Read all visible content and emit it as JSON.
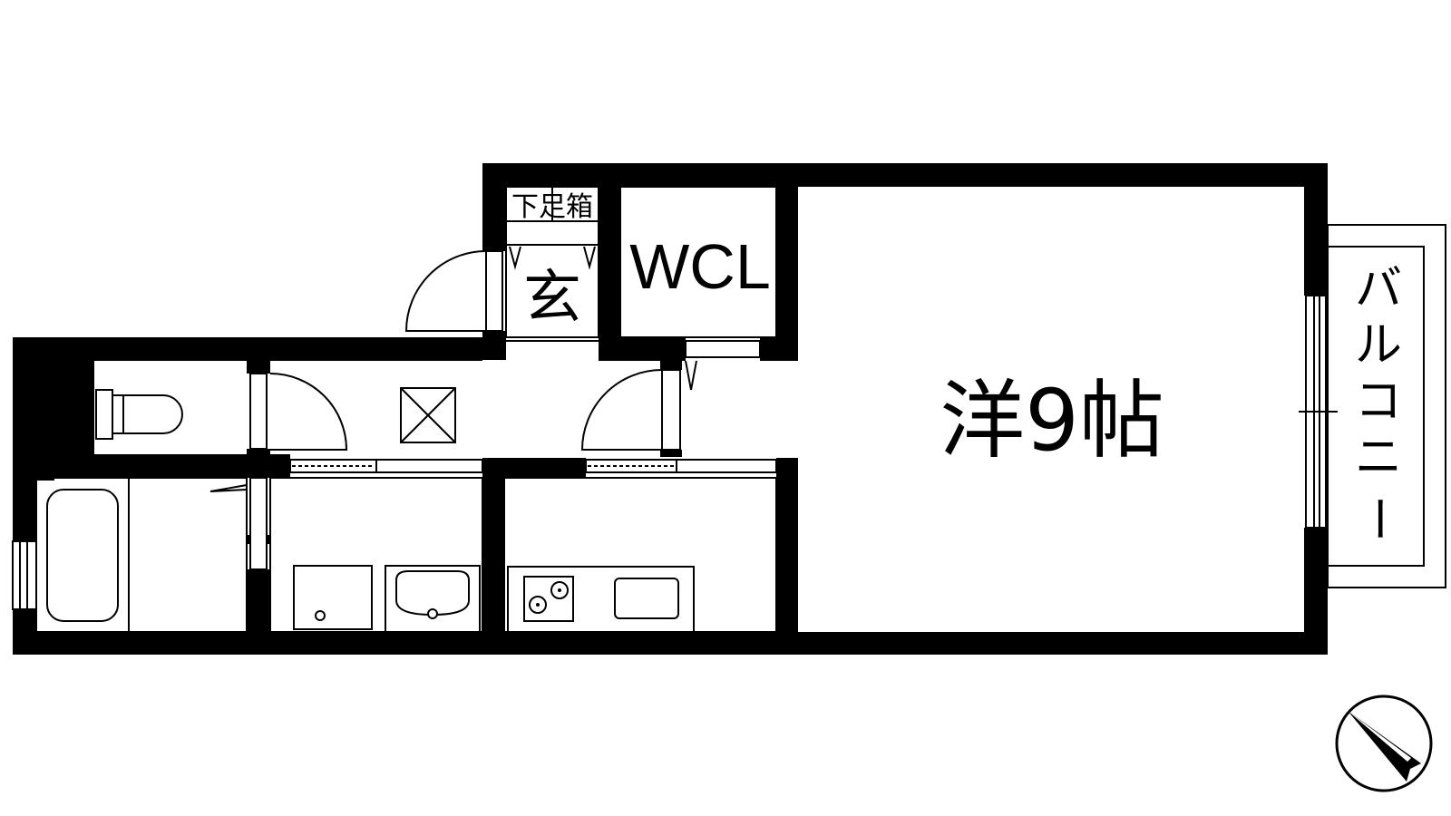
{
  "rooms": {
    "western_room": "洋9帖",
    "walk_in_closet": "WCL",
    "entrance": "玄",
    "shoe_box": "下足箱",
    "balcony": [
      "バ",
      "ル",
      "コ",
      "ニ",
      "ー"
    ]
  },
  "compass": {
    "icon": "north-arrow-icon",
    "direction": "southeast"
  },
  "colors": {
    "wall": "#000000",
    "background": "#ffffff"
  }
}
